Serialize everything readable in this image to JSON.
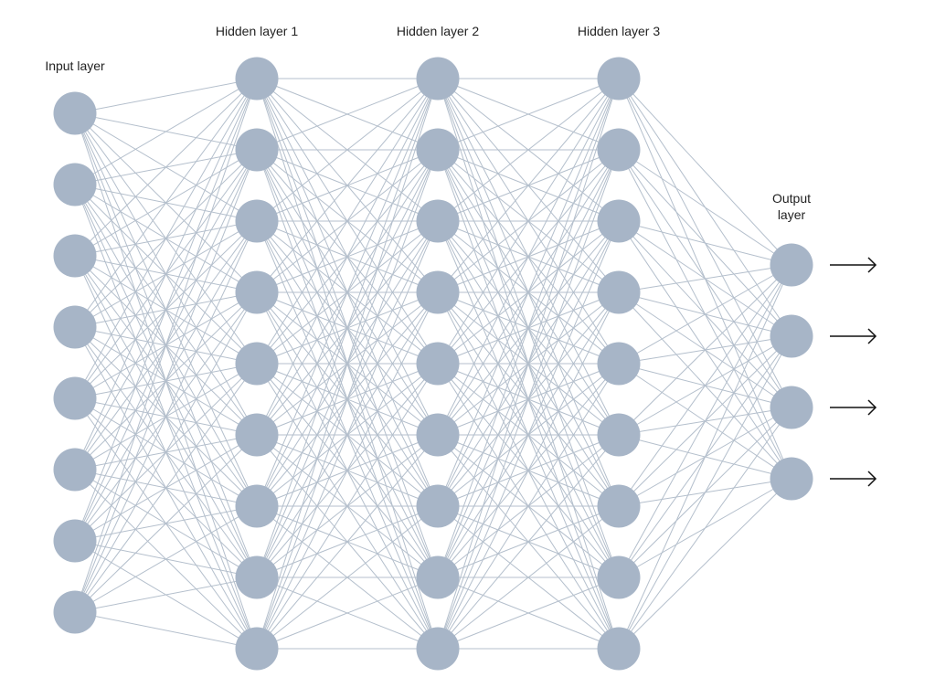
{
  "diagram": {
    "colors": {
      "node": "#a7b5c7",
      "edge": "#b4bfcc",
      "arrow": "#111111",
      "text": "#222222"
    },
    "layers": [
      {
        "name": "input",
        "label": "Input layer",
        "node_count": 8
      },
      {
        "name": "hidden1",
        "label": "Hidden layer 1",
        "node_count": 9
      },
      {
        "name": "hidden2",
        "label": "Hidden layer 2",
        "node_count": 9
      },
      {
        "name": "hidden3",
        "label": "Hidden layer 3",
        "node_count": 9
      },
      {
        "name": "output",
        "label": "Output\nlayer",
        "node_count": 4
      }
    ],
    "fully_connected": true,
    "output_arrows": 4
  }
}
